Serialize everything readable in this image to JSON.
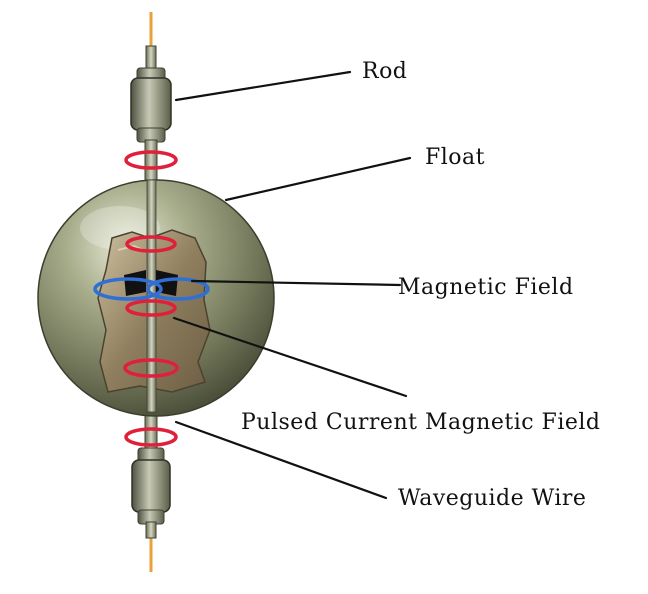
{
  "labels": {
    "rod": "Rod",
    "float": "Float",
    "magnetic_field": "Magnetic Field",
    "pulsed_current_magnetic_field": "Pulsed Current Magnetic Field",
    "waveguide_wire": "Waveguide Wire"
  },
  "colors": {
    "wire": "#e8a23a",
    "float": "#7c8162",
    "float_interior": "#9a8b6c",
    "ring_red": "#e0203a",
    "ring_blue": "#2f6fd6",
    "magnet": "#111111",
    "leader_line": "#111111"
  }
}
